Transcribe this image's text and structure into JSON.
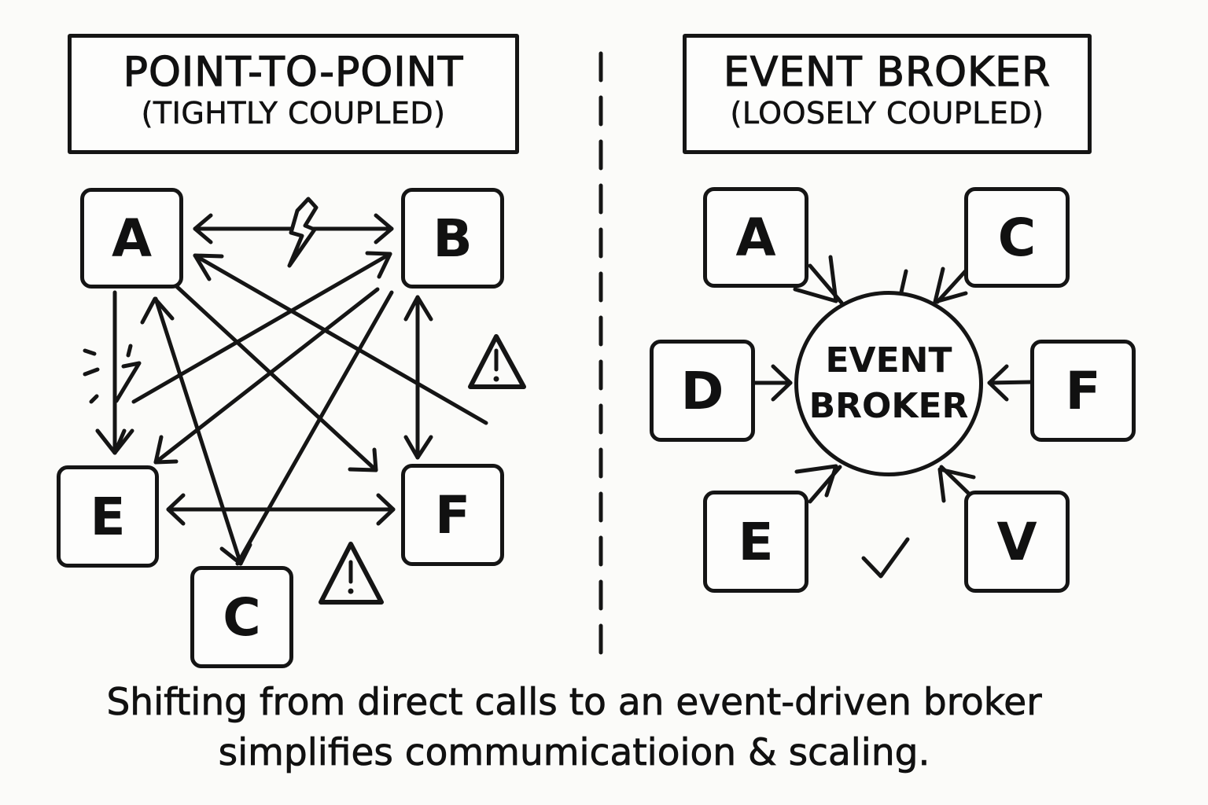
{
  "left_panel": {
    "title": "POINT-TO-POINT",
    "subtitle": "(TIGHTLY COUPLED)",
    "nodes": {
      "a": "A",
      "b": "B",
      "e": "E",
      "f": "F",
      "c": "C"
    },
    "connections": [
      {
        "from": "A",
        "to": "B",
        "direction": "both"
      },
      {
        "from": "A",
        "to": "E",
        "direction": "to"
      },
      {
        "from": "A",
        "to": "F",
        "direction": "to"
      },
      {
        "from": "A",
        "to": "C",
        "direction": "both"
      },
      {
        "from": "B",
        "to": "A",
        "direction": "to"
      },
      {
        "from": "B",
        "to": "E",
        "direction": "to"
      },
      {
        "from": "B",
        "to": "C",
        "direction": "to"
      },
      {
        "from": "B",
        "to": "F",
        "direction": "both"
      },
      {
        "from": "E",
        "to": "B",
        "direction": "to"
      },
      {
        "from": "E",
        "to": "F",
        "direction": "both"
      }
    ],
    "icons": [
      "lightning-icon",
      "spark-icon",
      "warning-icon",
      "warning-icon"
    ]
  },
  "right_panel": {
    "title": "EVENT BROKER",
    "subtitle": "(LOOSELY COUPLED)",
    "broker_label_line1": "EVENT",
    "broker_label_line2": "BROKER",
    "nodes": {
      "a": "A",
      "c": "C",
      "d": "D",
      "f": "F",
      "e": "E",
      "v": "V"
    },
    "connections": [
      {
        "from": "A",
        "to": "EVENT BROKER"
      },
      {
        "from": "C",
        "to": "EVENT BROKER"
      },
      {
        "from": "D",
        "to": "EVENT BROKER"
      },
      {
        "from": "F",
        "to": "EVENT BROKER"
      },
      {
        "from": "E",
        "to": "EVENT BROKER"
      },
      {
        "from": "V",
        "to": "EVENT BROKER"
      }
    ],
    "icons": [
      "checkmark-icon"
    ]
  },
  "caption": {
    "line1": "Shifting from direct calls to an event-driven broker",
    "line2": "simplifies commumicatioion & scaling."
  }
}
